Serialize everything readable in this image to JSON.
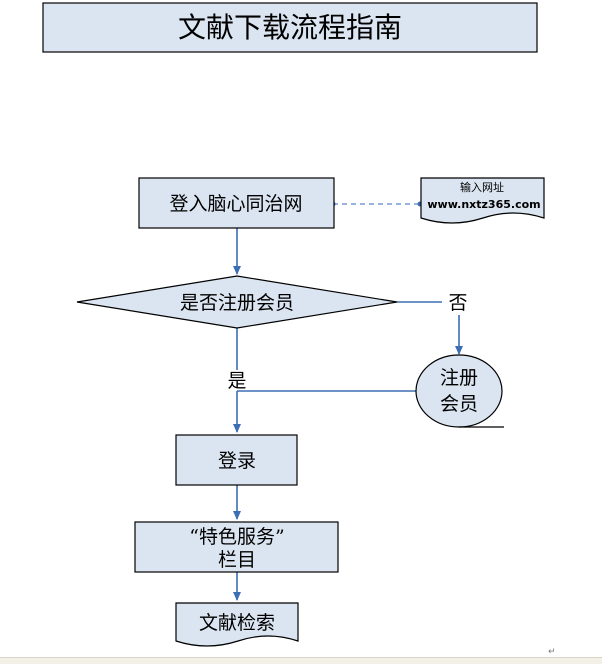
{
  "title": "文献下载流程指南",
  "nodes": {
    "login_site": "登入脑心同治网",
    "url_note_label": "输入网址",
    "url_note_value": "www.nxtz365.com",
    "is_member": "是否注册会员",
    "no_label": "否",
    "yes_label": "是",
    "register_line1": "注册",
    "register_line2": "会员",
    "login": "登录",
    "special_line1": "“特色服务”",
    "special_line2": "栏目",
    "search": "文献检索"
  },
  "colors": {
    "box_fill": "#dbe5f1",
    "arrow": "#3c6eb4",
    "border": "#000000"
  }
}
